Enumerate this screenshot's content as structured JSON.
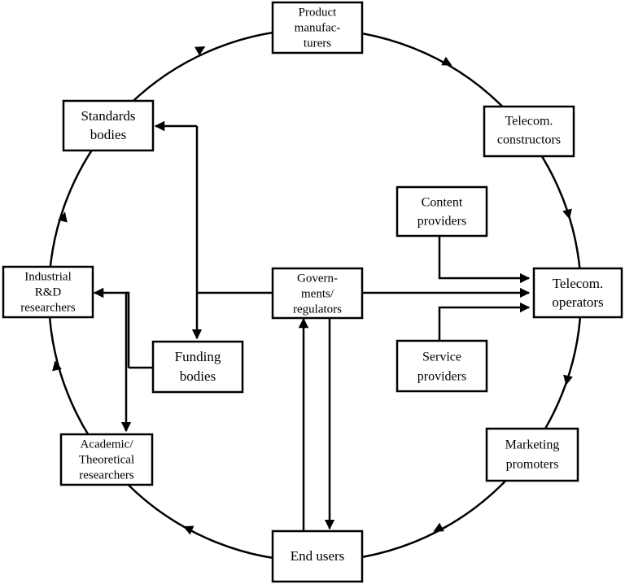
{
  "diagram": {
    "nodes": {
      "product_manufacturers": [
        "Product",
        "manufac-",
        "turers"
      ],
      "telecom_constructors": [
        "Telecom.",
        "constructors"
      ],
      "content_providers": [
        "Content",
        "providers"
      ],
      "telecom_operators": [
        "Telecom.",
        "operators"
      ],
      "service_providers": [
        "Service",
        "providers"
      ],
      "marketing_promoters": [
        "Marketing",
        "promoters"
      ],
      "end_users": [
        "End users"
      ],
      "academic_researchers": [
        "Academic/",
        "Theoretical",
        "researchers"
      ],
      "industrial_researchers": [
        "Industrial",
        "R&D",
        "researchers"
      ],
      "standards_bodies": [
        "Standards",
        "bodies"
      ],
      "governments_regulators": [
        "Govern-",
        "ments/",
        "regulators"
      ],
      "funding_bodies": [
        "Funding",
        "bodies"
      ]
    }
  }
}
